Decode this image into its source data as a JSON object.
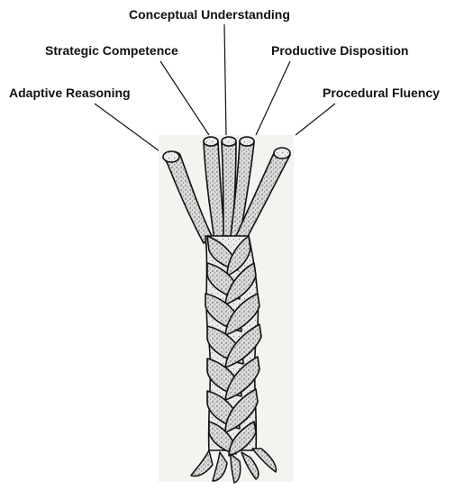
{
  "labels": {
    "conceptual": "Conceptual Understanding",
    "strategic": "Strategic Competence",
    "productive": "Productive Disposition",
    "adaptive": "Adaptive Reasoning",
    "procedural": "Procedural Fluency"
  },
  "colors": {
    "ink": "#111111",
    "strand_fill": "#d9d9d9",
    "stipple": "#555555",
    "background": "#ffffff"
  }
}
